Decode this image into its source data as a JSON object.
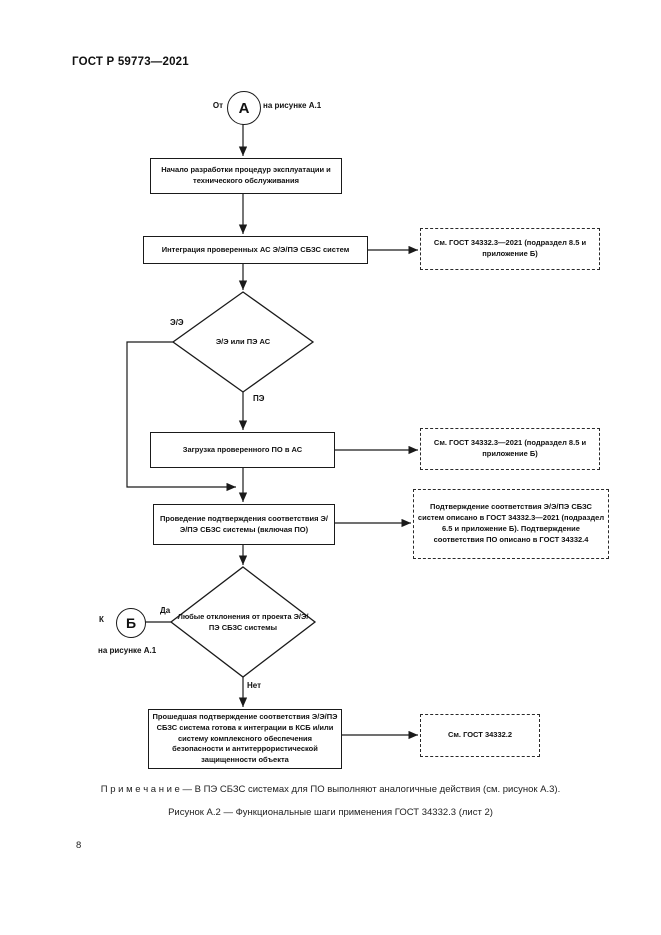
{
  "page": {
    "header": "ГОСТ Р 59773—2021",
    "number": "8",
    "note": "П р и м е ч а н и е  — В ПЭ СБЗС системах для ПО выполняют аналогичные действия (см. рисунок А.3).",
    "caption": "Рисунок А.2 — Функциональные шаги применения ГОСТ 34332.3 (лист 2)"
  },
  "flowchart": {
    "connector_a": {
      "letter": "А",
      "from_label": "От",
      "ref": "на рисунке А.1"
    },
    "connector_b": {
      "letter": "Б",
      "to_label": "К",
      "ref": "на рисунке А.1"
    },
    "nodes": {
      "start": "Начало разработки процедур эксплуатации и технического обслуживания",
      "integration": "Интеграция проверенных АС Э/Э/ПЭ СБЗС систем",
      "decision_type": "Э/Э или ПЭ АС",
      "load_software": "Загрузка проверенного ПО в АС",
      "conformity": "Проведение подтверждения соответствия Э/Э/ПЭ СБЗС системы (включая ПО)",
      "decision_deviation": "Любые отклонения от проекта Э/Э/ПЭ  СБЗС системы",
      "final": "Прошедшая подтверждение соответствия Э/Э/ПЭ СБЗС система готова к интеграции в КСБ  и/или систему комплексного обеспечения безопасности и антитеррористической защищенности объекта"
    },
    "refs": {
      "integration_ref": "См. ГОСТ 34332.3—2021 (подраздел 8.5 и приложение Б)",
      "load_ref": "См. ГОСТ 34332.3—2021 (подраздел 8.5 и приложение Б)",
      "conformity_ref": "Подтверждение соответствия Э/Э/ПЭ СБЗС систем описано в ГОСТ 34332.3—2021 (подраздел 6.5 и приложение Б). Подтверждение соответствия ПО описано в ГОСТ 34332.4",
      "final_ref": "См. ГОСТ 34332.2"
    },
    "branch_labels": {
      "ee": "Э/Э",
      "pe": "ПЭ",
      "yes": "Да",
      "no": "Нет"
    }
  }
}
